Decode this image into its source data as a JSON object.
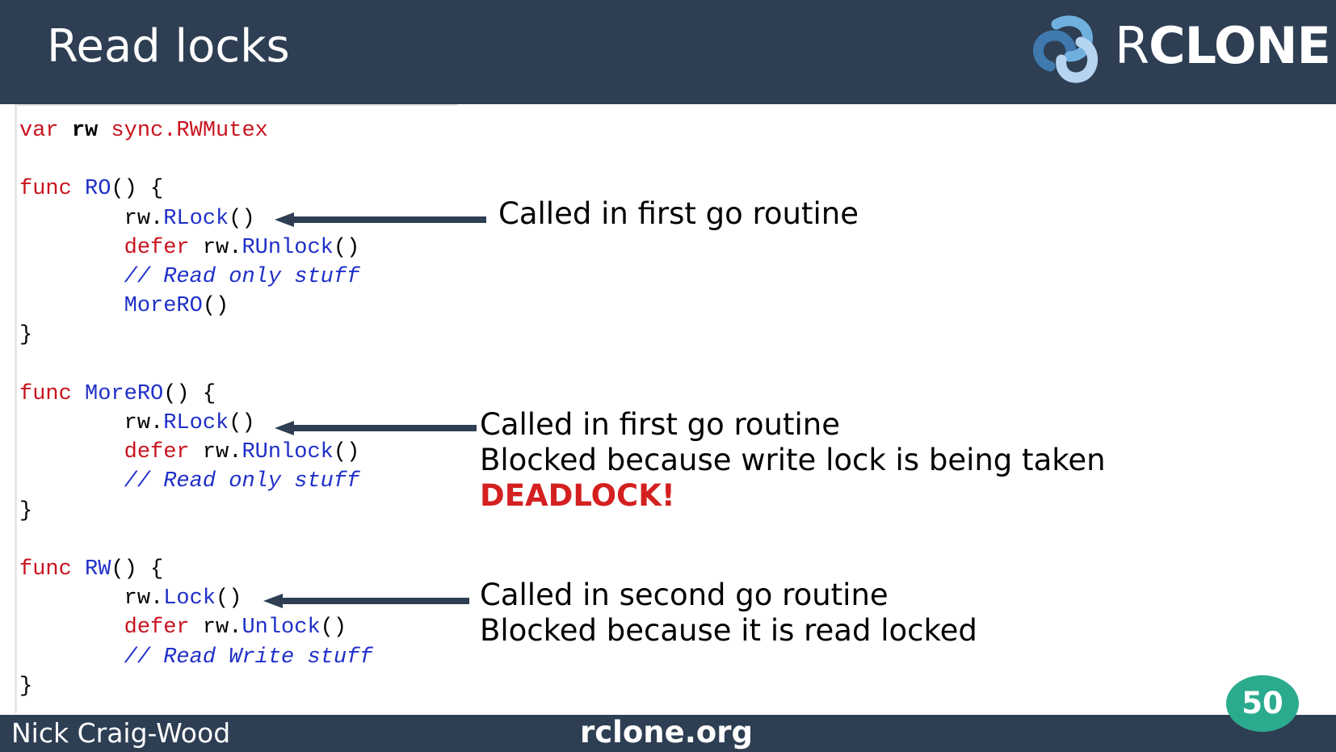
{
  "slide": {
    "title": "Read locks",
    "logo_letter": "R",
    "logo_rest": "CLONE",
    "page_number": "50"
  },
  "code_lines": [
    [
      {
        "t": "var ",
        "c": "kw"
      },
      {
        "t": "rw",
        "c": "bold"
      },
      {
        "t": " sync.RWMutex",
        "c": "kw"
      }
    ],
    [],
    [
      {
        "t": "func ",
        "c": "kw"
      },
      {
        "t": "RO",
        "c": "fn"
      },
      {
        "t": "() {",
        "c": ""
      }
    ],
    [
      {
        "t": "        rw.",
        "c": ""
      },
      {
        "t": "RLock",
        "c": "fn"
      },
      {
        "t": "()",
        "c": ""
      }
    ],
    [
      {
        "t": "        ",
        "c": ""
      },
      {
        "t": "defer",
        "c": "kw"
      },
      {
        "t": " rw.",
        "c": ""
      },
      {
        "t": "RUnlock",
        "c": "fn"
      },
      {
        "t": "()",
        "c": ""
      }
    ],
    [
      {
        "t": "        // Read only stuff",
        "c": "cm"
      }
    ],
    [
      {
        "t": "        ",
        "c": ""
      },
      {
        "t": "MoreRO",
        "c": "fn"
      },
      {
        "t": "()",
        "c": ""
      }
    ],
    [
      {
        "t": "}",
        "c": ""
      }
    ],
    [],
    [
      {
        "t": "func ",
        "c": "kw"
      },
      {
        "t": "MoreRO",
        "c": "fn"
      },
      {
        "t": "() {",
        "c": ""
      }
    ],
    [
      {
        "t": "        rw.",
        "c": ""
      },
      {
        "t": "RLock",
        "c": "fn"
      },
      {
        "t": "()",
        "c": ""
      }
    ],
    [
      {
        "t": "        ",
        "c": ""
      },
      {
        "t": "defer",
        "c": "kw"
      },
      {
        "t": " rw.",
        "c": ""
      },
      {
        "t": "RUnlock",
        "c": "fn"
      },
      {
        "t": "()",
        "c": ""
      }
    ],
    [
      {
        "t": "        // Read only stuff",
        "c": "cm"
      }
    ],
    [
      {
        "t": "}",
        "c": ""
      }
    ],
    [],
    [
      {
        "t": "func ",
        "c": "kw"
      },
      {
        "t": "RW",
        "c": "fn"
      },
      {
        "t": "() {",
        "c": ""
      }
    ],
    [
      {
        "t": "        rw.",
        "c": ""
      },
      {
        "t": "Lock",
        "c": "fn"
      },
      {
        "t": "()",
        "c": ""
      }
    ],
    [
      {
        "t": "        ",
        "c": ""
      },
      {
        "t": "defer",
        "c": "kw"
      },
      {
        "t": " rw.",
        "c": ""
      },
      {
        "t": "Unlock",
        "c": "fn"
      },
      {
        "t": "()",
        "c": ""
      }
    ],
    [
      {
        "t": "        // Read Write stuff",
        "c": "cm"
      }
    ],
    [
      {
        "t": "}",
        "c": ""
      }
    ]
  ],
  "annotations": {
    "ro": {
      "line1": "Called in first go routine"
    },
    "morero": {
      "line1": "Called in first go routine",
      "line2": "Blocked because write lock is being taken",
      "line3": "DEADLOCK!"
    },
    "rw": {
      "line1": "Called in second go routine",
      "line2": "Blocked because it is read locked"
    }
  },
  "footer": {
    "author": "Nick Craig-Wood",
    "site": "rclone.org"
  },
  "colors": {
    "header_bg": "#2e3e53",
    "keyword": "#c8141e",
    "function": "#1f2fc8",
    "deadlock": "#d42020",
    "badge": "#2bab8e"
  }
}
